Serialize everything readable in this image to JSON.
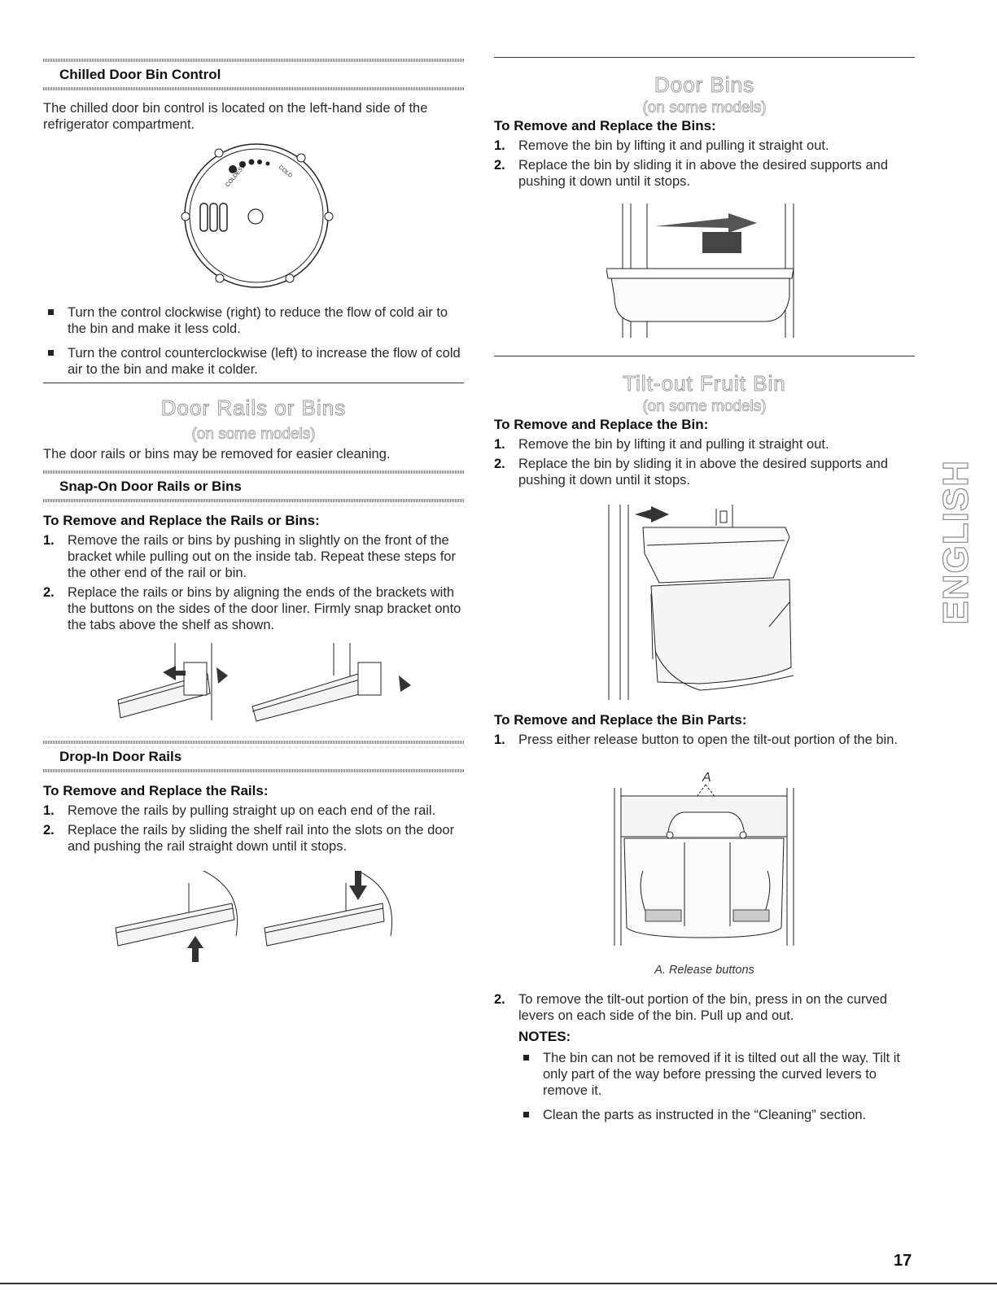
{
  "left": {
    "chilled": {
      "heading": "Chilled Door Bin Control",
      "intro": "The chilled door bin control is located on the left-hand side of the refrigerator compartment.",
      "dial_labels": {
        "colder": "COLDEST",
        "cold": "COLD"
      },
      "bullets": [
        "Turn the control clockwise (right) to reduce the flow of cold air to the bin and make it less cold.",
        "Turn the control counterclockwise (left) to increase the flow of cold air to the bin and make it colder."
      ]
    },
    "rails": {
      "title": "Door Rails or Bins",
      "subtitle": "(on some models)",
      "intro": "The door rails or bins may be removed for easier cleaning."
    },
    "snapon": {
      "heading": "Snap-On Door Rails or Bins",
      "procedure": "To Remove and Replace the Rails or Bins:",
      "steps": [
        "Remove the rails or bins by pushing in slightly on the front of the bracket while pulling out on the inside tab. Repeat these steps for the other end of the rail or bin.",
        "Replace the rails or bins by aligning the ends of the brackets with the buttons on the sides of the door liner. Firmly snap bracket onto the tabs above the shelf as shown."
      ]
    },
    "dropin": {
      "heading": "Drop-In Door Rails",
      "procedure": "To Remove and Replace the Rails:",
      "steps": [
        "Remove the rails by pulling straight up on each end of the rail.",
        "Replace the rails by sliding the shelf rail into the slots on the door and pushing the rail straight down until it stops."
      ]
    }
  },
  "right": {
    "doorbins": {
      "title": "Door Bins",
      "subtitle": "(on some models)",
      "procedure": "To Remove and Replace the Bins:",
      "steps": [
        "Remove the bin by lifting it and pulling it straight out.",
        "Replace the bin by sliding it in above the desired supports and pushing it down until it stops."
      ]
    },
    "tiltout": {
      "title": "Tilt-out Fruit Bin",
      "subtitle": "(on some models)",
      "procedure": "To Remove and Replace the Bin:",
      "steps": [
        "Remove the bin by lifting it and pulling it straight out.",
        "Replace the bin by sliding it in above the desired supports and pushing it down until it stops."
      ],
      "parts_procedure": "To Remove and Replace the Bin Parts:",
      "parts_step1": "Press either release button to open the tilt-out portion of the bin.",
      "callout_letter": "A",
      "caption": "A. Release buttons",
      "parts_step2": "To remove the tilt-out portion of the bin, press in on the curved levers on each side of the bin. Pull up and out.",
      "notes_label": "NOTES:",
      "notes": [
        "The bin can not be removed if it is tilted out all the way. Tilt it only part of the way before pressing the curved levers to remove it.",
        "Clean the parts as instructed in the “Cleaning” section."
      ]
    }
  },
  "side_tab": "ENGLISH",
  "page_number": "17"
}
